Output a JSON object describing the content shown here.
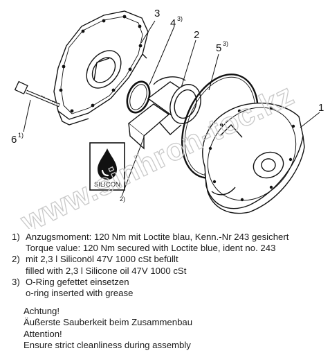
{
  "watermark": "www.sinhron-toc.kz",
  "corner_mark": "",
  "badge": {
    "text": "SILICON"
  },
  "part_labels": [
    {
      "num": "1",
      "sup": ""
    },
    {
      "num": "2",
      "sup": ""
    },
    {
      "num": "3",
      "sup": ""
    },
    {
      "num": "4",
      "sup": "3)"
    },
    {
      "num": "5",
      "sup": "3)"
    },
    {
      "num": "6",
      "sup": "1)"
    },
    {
      "num": "",
      "sup": "2)"
    }
  ],
  "notes": [
    {
      "num": "1)",
      "de": "Anzugsmoment: 120 Nm mit Loctite blau, Kenn.-Nr 243 gesichert",
      "en": "Torque value: 120 Nm secured with Loctite blue, ident no. 243"
    },
    {
      "num": "2)",
      "de": "mit 2,3 l Siliconöl 47V 1000 cSt befüllt",
      "en": "filled with 2,3 l Silicone oil 47V 1000 cSt"
    },
    {
      "num": "3)",
      "de": "O-Ring gefettet einsetzen",
      "en": "o-ring inserted with grease"
    }
  ],
  "warning": {
    "de_title": "Achtung!",
    "de_text": "Äußerste Sauberkeit beim Zusammenbau",
    "en_title": "Attention!",
    "en_text": "Ensure strict cleanliness during assembly"
  }
}
